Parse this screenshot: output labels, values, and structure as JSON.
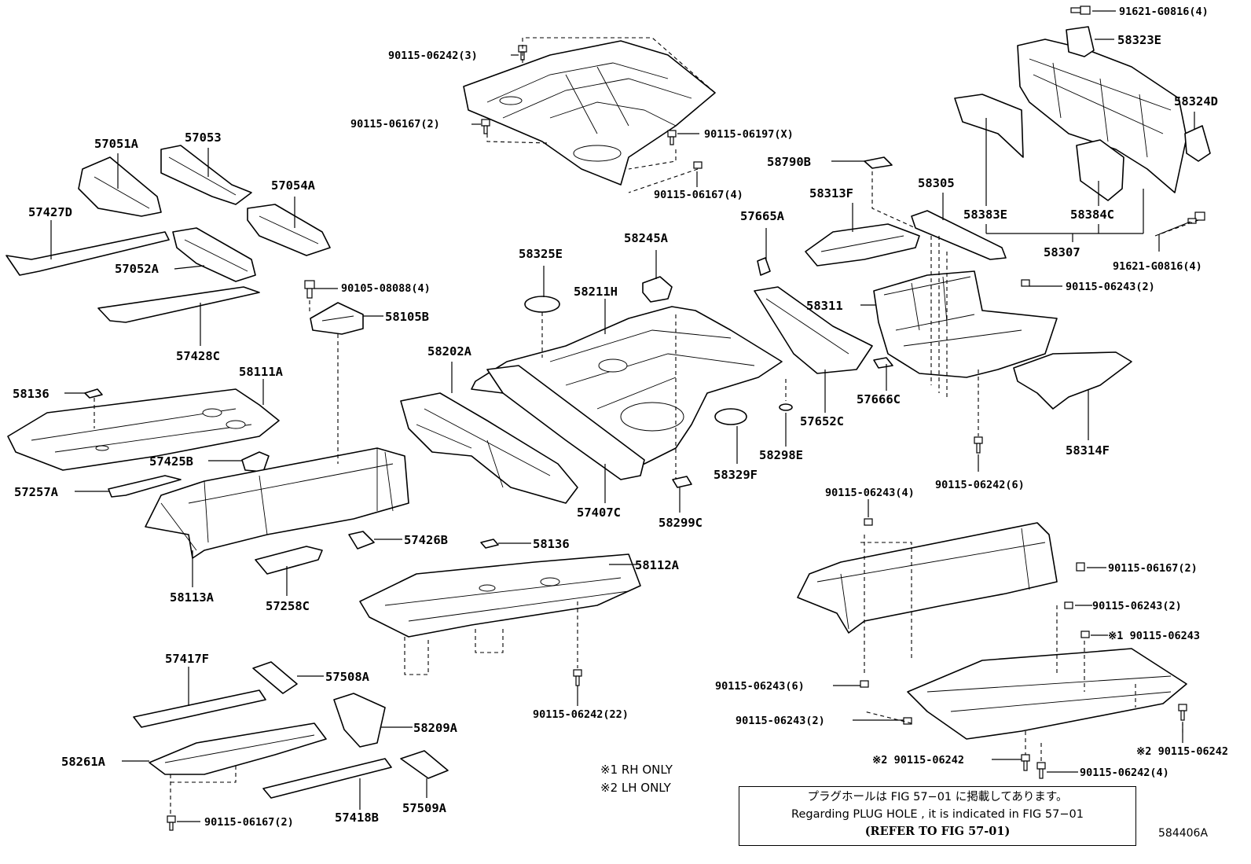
{
  "callouts": {
    "c_91621_g0816_4a": "91621-G0816(4)",
    "c_58323e": "58323E",
    "c_58324d": "58324D",
    "c_90115_06242_3": "90115-06242(3)",
    "c_90115_06167_2a": "90115-06167(2)",
    "c_90115_06197_x": "90115-06197(X)",
    "c_90115_06167_4": "90115-06167(4)",
    "c_57051a": "57051A",
    "c_57053": "57053",
    "c_57054a": "57054A",
    "c_57427d": "57427D",
    "c_57052a": "57052A",
    "c_58790b": "58790B",
    "c_58313f": "58313F",
    "c_58305": "58305",
    "c_58383e": "58383E",
    "c_58384c": "58384C",
    "c_58307": "58307",
    "c_91621_g0816_4b": "91621-G0816(4)",
    "c_57665a": "57665A",
    "c_58245a": "58245A",
    "c_58325e": "58325E",
    "c_58211h": "58211H",
    "c_90105_08088_4": "90105-08088(4)",
    "c_58105b": "58105B",
    "c_57428c": "57428C",
    "c_58202a": "58202A",
    "c_58311": "58311",
    "c_90115_06243_2a": "90115-06243(2)",
    "c_58136a": "58136",
    "c_58111a": "58111A",
    "c_57652c": "57652C",
    "c_57666c": "57666C",
    "c_58314f": "58314F",
    "c_57425b": "57425B",
    "c_58298e": "58298E",
    "c_58329f": "58329F",
    "c_57257a": "57257A",
    "c_90115_06242_6": "90115-06242(6)",
    "c_90115_06243_4": "90115-06243(4)",
    "c_57407c": "57407C",
    "c_58299c": "58299C",
    "c_57426b": "57426B",
    "c_58136b": "58136",
    "c_58112a": "58112A",
    "c_90115_06167_2b": "90115-06167(2)",
    "c_58113a": "58113A",
    "c_57258c": "57258C",
    "c_90115_06243_2b": "90115-06243(2)",
    "c_x1_90115_06243": "※1 90115-06243",
    "c_57417f": "57417F",
    "c_57508a": "57508A",
    "c_90115_06243_6": "90115-06243(6)",
    "c_90115_06242_22": "90115-06242(22)",
    "c_58209a": "58209A",
    "c_90115_06243_2c": "90115-06243(2)",
    "c_58261a": "58261A",
    "c_x2_90115_06242a": "※2 90115-06242",
    "c_x2_90115_06242b": "※2 90115-06242",
    "c_90115_06242_4": "90115-06242(4)",
    "c_90115_06167_2c": "90115-06167(2)",
    "c_57418b": "57418B",
    "c_57509a": "57509A"
  },
  "footnotes": {
    "rh_only": "※1 RH ONLY",
    "lh_only": "※2 LH ONLY"
  },
  "note": {
    "line1": "プラグホールは FIG 57−01 に掲載してあります。",
    "line2": "Regarding  PLUG  HOLE , it is indicated in  FIG  57−01",
    "line3": "(REFER TO FIG 57-01)"
  },
  "illustration_code": "584406A"
}
